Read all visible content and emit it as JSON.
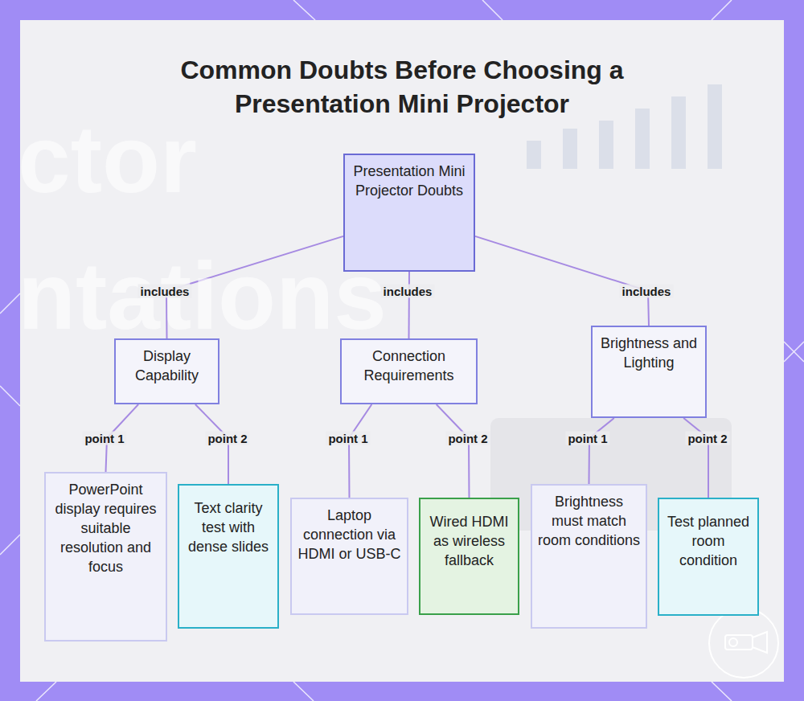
{
  "diagram": {
    "title": "Common Doubts Before Choosing a Presentation Mini Projector",
    "nodes": [
      {
        "text": [
          "Presentation Mini Projector Doubts"
        ]
      },
      {
        "text": [
          "Display Capability"
        ]
      },
      {
        "text": [
          "Connection Requirements"
        ]
      },
      {
        "text": [
          "Brightness and Lighting"
        ]
      },
      {
        "text": [
          "PowerPoint display requires suitable resolution and focus"
        ]
      },
      {
        "text": [
          "Text clarity test with dense slides"
        ]
      },
      {
        "text": [
          "Laptop connection via HDMI or USB-C"
        ]
      },
      {
        "text": [
          "Wired HDMI as wireless fallback"
        ]
      },
      {
        "text": [
          "Brightness must match room conditions"
        ]
      },
      {
        "text": [
          "Test planned room condition"
        ]
      }
    ],
    "edges": [
      {
        "from": 0,
        "to": 1,
        "label": "includes",
        "arrow": "none"
      },
      {
        "from": 0,
        "to": 2,
        "label": "includes",
        "arrow": "none"
      },
      {
        "from": 0,
        "to": 3,
        "label": "includes",
        "arrow": "none"
      },
      {
        "from": 1,
        "to": 4,
        "label": "point 1",
        "arrow": "none"
      },
      {
        "from": 1,
        "to": 5,
        "label": "point 2",
        "arrow": "none"
      },
      {
        "from": 2,
        "to": 6,
        "label": "point 1",
        "arrow": "none"
      },
      {
        "from": 2,
        "to": 7,
        "label": "point 2",
        "arrow": "none"
      },
      {
        "from": 3,
        "to": 8,
        "label": "point 1",
        "arrow": "none"
      },
      {
        "from": 3,
        "to": 9,
        "label": "point 2",
        "arrow": "none"
      }
    ],
    "labels": [
      "ctor",
      "ntations"
    ]
  }
}
